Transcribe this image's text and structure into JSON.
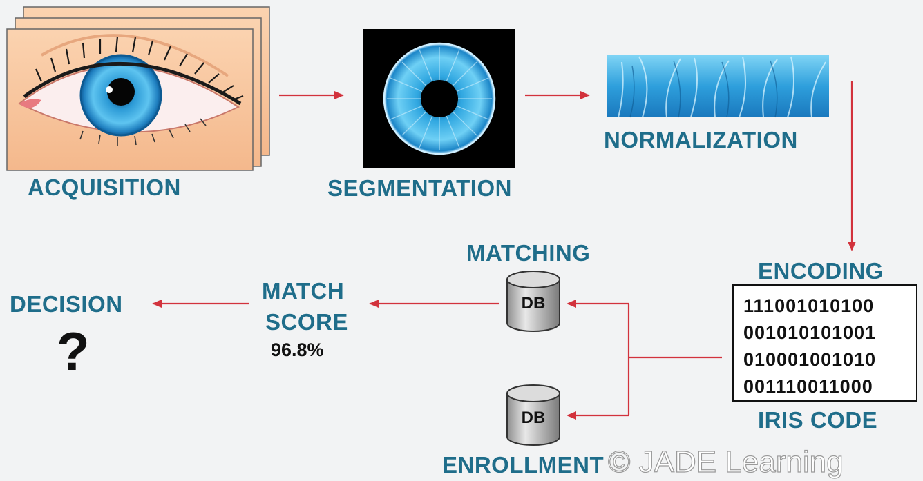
{
  "stages": {
    "acquisition": "ACQUISITION",
    "segmentation": "SEGMENTATION",
    "normalization": "NORMALIZATION",
    "encoding": "ENCODING",
    "iris_code": "IRIS CODE",
    "matching": "MATCHING",
    "enrollment": "ENROLLMENT",
    "match_score": [
      "MATCH",
      "SCORE"
    ],
    "decision": "DECISION"
  },
  "iris_code_bits": [
    "111001010100",
    "001010101001",
    "010001001010",
    "001110011000"
  ],
  "match_score_value": "96.8%",
  "decision_symbol": "?",
  "database_label": "DB",
  "watermark": "© JADE Learning",
  "colors": {
    "label": "#1f6d8a",
    "arrow": "#d2323c",
    "iris": "#2a8fd0"
  }
}
